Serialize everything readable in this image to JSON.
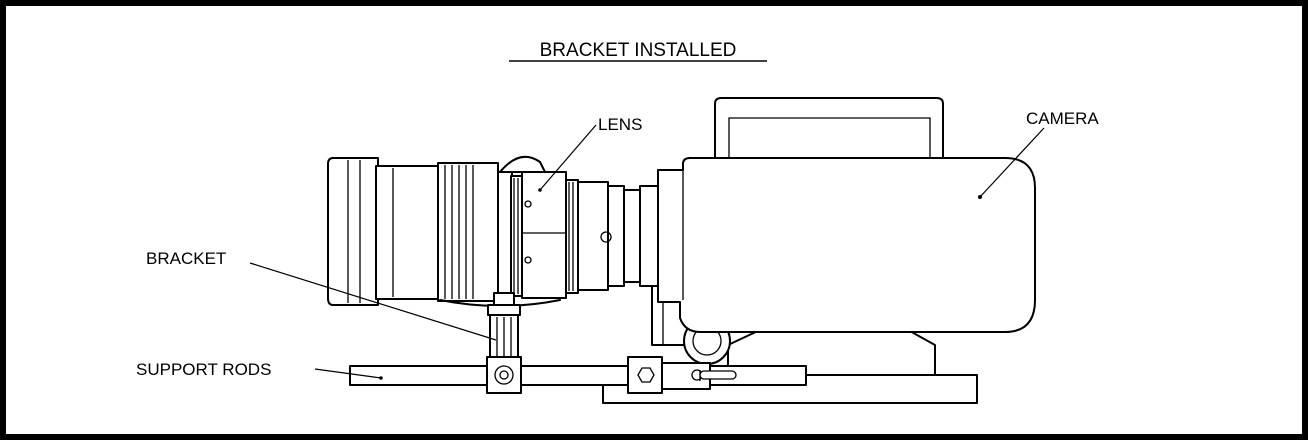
{
  "diagram": {
    "title": "BRACKET INSTALLED",
    "labels": {
      "lens": "LENS",
      "camera": "CAMERA",
      "bracket": "BRACKET",
      "support_rods": "SUPPORT RODS"
    }
  }
}
